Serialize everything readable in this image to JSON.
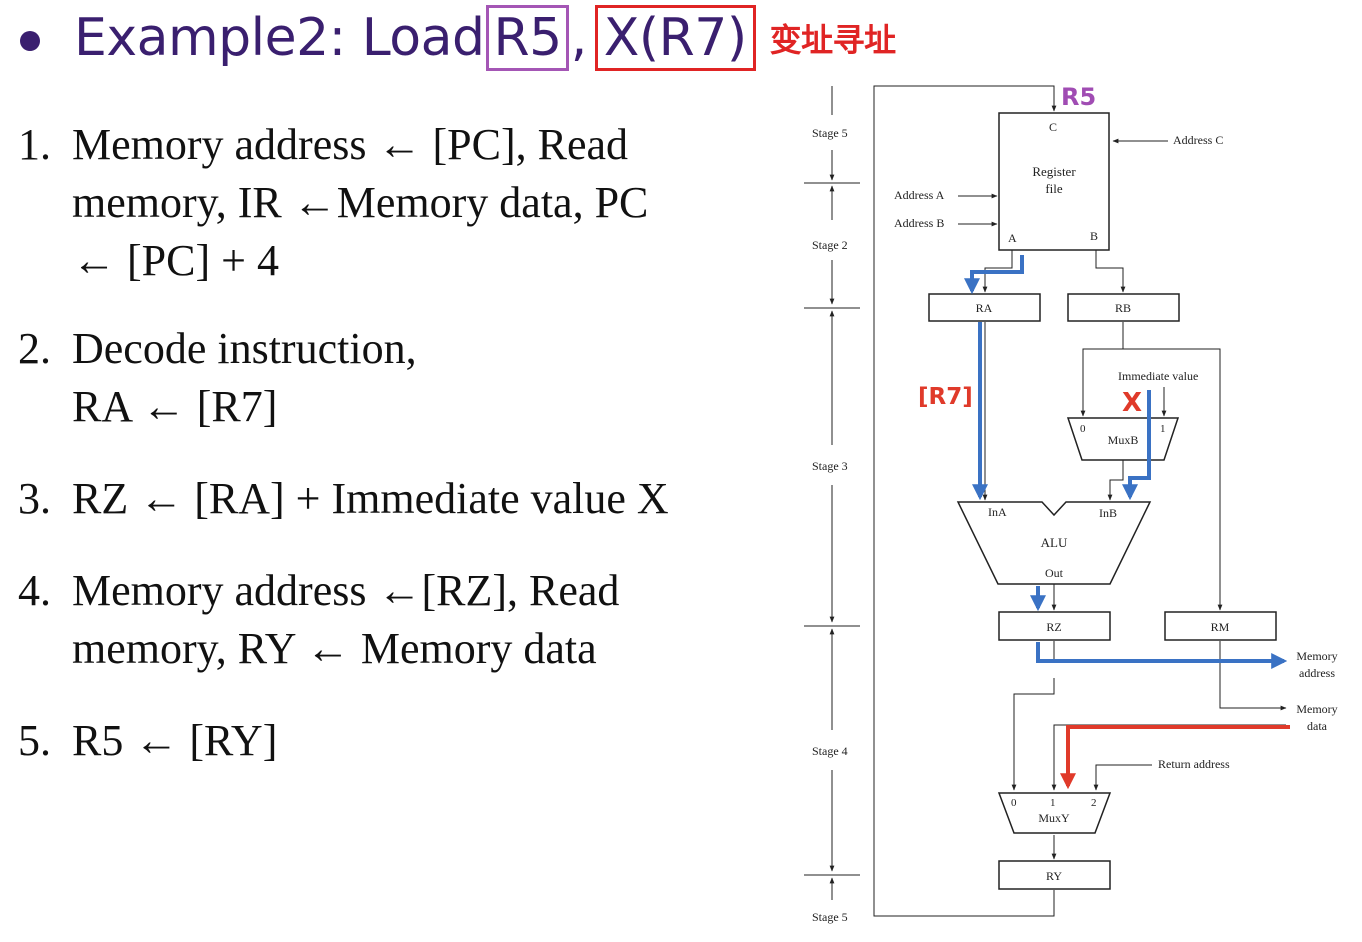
{
  "title": {
    "prefix": "Example2: Load",
    "reg": "R5",
    "comma": ",",
    "operand": "X(R7)",
    "tag": "变址寻址"
  },
  "steps": [
    {
      "num": "1.",
      "lines": [
        "Memory address ← [PC], Read",
        "memory, IR ←Memory data, PC",
        "← [PC] + 4"
      ]
    },
    {
      "num": "2.",
      "lines": [
        "Decode instruction,",
        "RA ← [R7]"
      ]
    },
    {
      "num": "3.",
      "lines": [
        "RZ ← [RA] + Immediate value X"
      ]
    },
    {
      "num": "4.",
      "lines": [
        "Memory address ←[RZ], Read",
        "memory, RY ← Memory data"
      ]
    },
    {
      "num": "5.",
      "lines": [
        "R5 ← [RY]"
      ]
    }
  ],
  "diagram": {
    "stages": {
      "s5_top": "Stage 5",
      "s2": "Stage 2",
      "s3": "Stage 3",
      "s4": "Stage 4",
      "s5_bottom": "Stage 5"
    },
    "register_file": {
      "title": "Register",
      "title2": "file",
      "port_c": "C",
      "port_a": "A",
      "port_b": "B"
    },
    "address_c": "Address C",
    "address_a": "Address A",
    "address_b": "Address B",
    "ra": "RA",
    "rb": "RB",
    "immediate": "Immediate value",
    "muxb": {
      "name": "MuxB",
      "in0": "0",
      "in1": "1"
    },
    "alu": {
      "name": "ALU",
      "ina": "InA",
      "inb": "InB",
      "out": "Out"
    },
    "rz": "RZ",
    "rm": "RM",
    "mem_address": {
      "l1": "Memory",
      "l2": "address"
    },
    "mem_data": {
      "l1": "Memory",
      "l2": "data"
    },
    "return_address": "Return address",
    "muxy": {
      "name": "MuxY",
      "in0": "0",
      "in1": "1",
      "in2": "2"
    },
    "ry": "RY",
    "annotations": {
      "r5": "R5",
      "r7": "[R7]",
      "x": "X"
    },
    "colors": {
      "blue": "#3a72c4",
      "red": "#e03a2a",
      "purple": "#a04cb3",
      "title": "#3a1f6f"
    }
  }
}
